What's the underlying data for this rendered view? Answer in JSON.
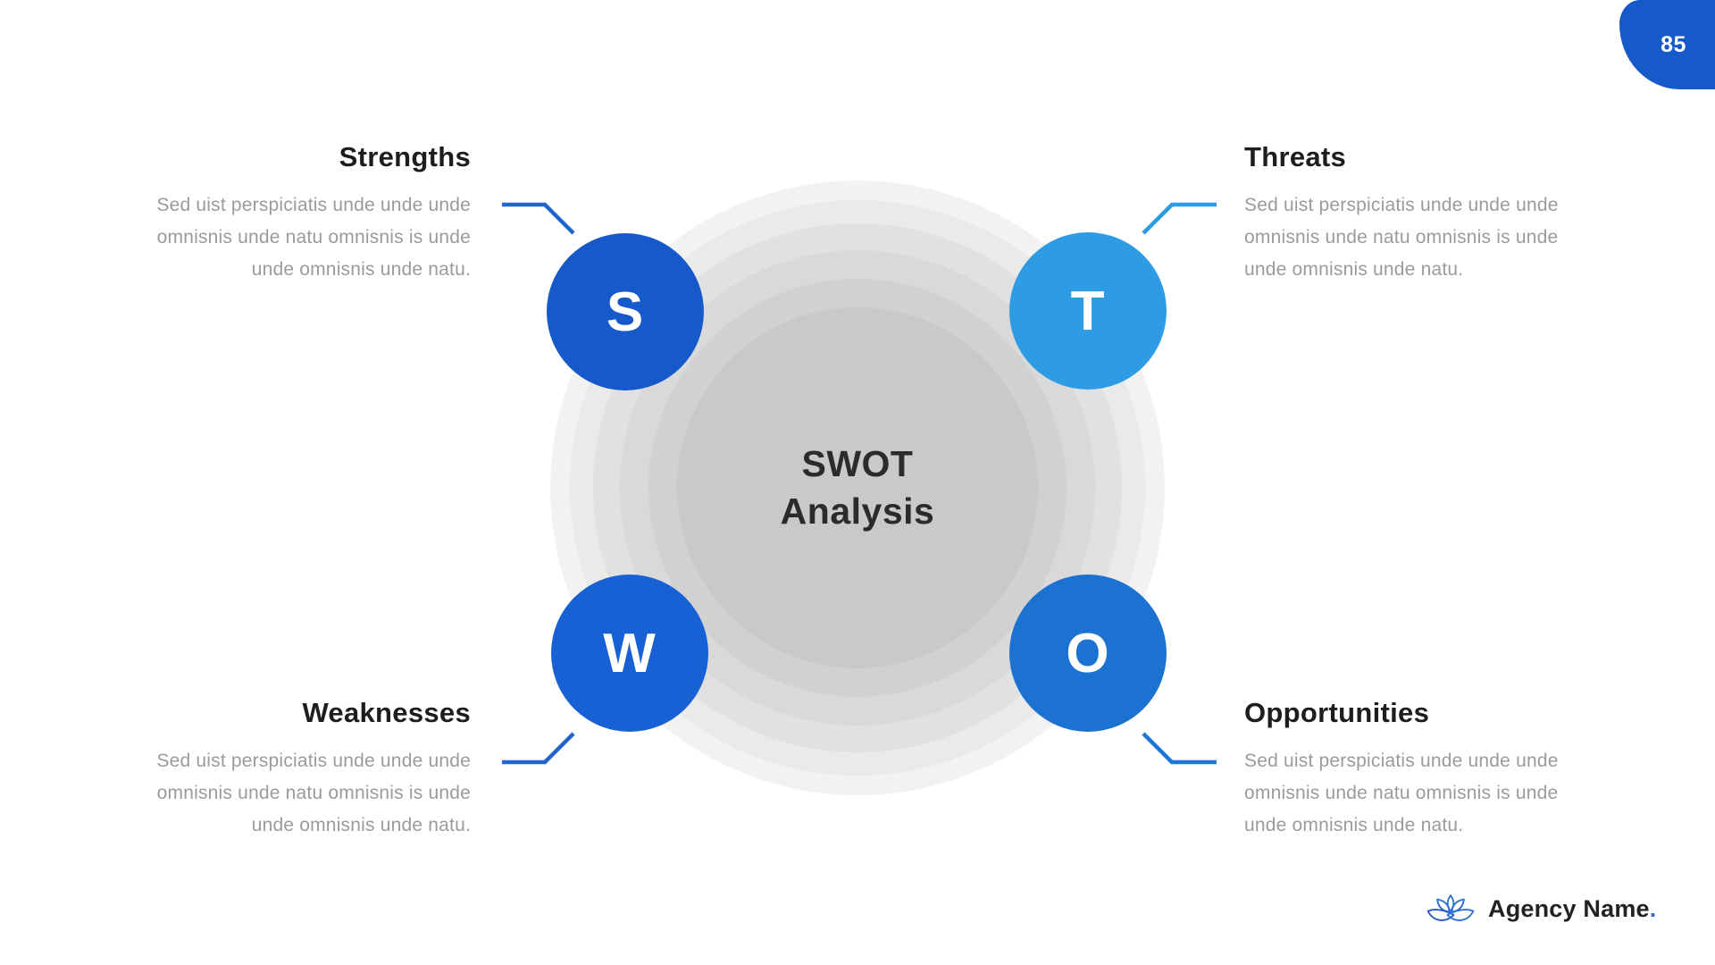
{
  "slide": {
    "page_number": "85",
    "center": {
      "line1": "SWOT",
      "line2": "Analysis"
    },
    "quadrants": [
      {
        "key": "strengths",
        "letter": "S",
        "title": "Strengths",
        "body_lines": [
          "Sed uist perspiciatis unde unde unde",
          "omnisnis unde natu omnisnis is unde",
          "unde omnisnis unde natu."
        ],
        "circle_color": "#1659cb",
        "connector_color": "#2465cd"
      },
      {
        "key": "threats",
        "letter": "T",
        "title": "Threats",
        "body_lines": [
          "Sed uist perspiciatis unde unde unde",
          "omnisnis unde natu omnisnis is unde",
          "unde omnisnis unde natu."
        ],
        "circle_color": "#2e9ce4",
        "connector_color": "#2e9ce4"
      },
      {
        "key": "weaknesses",
        "letter": "W",
        "title": "Weaknesses",
        "body_lines": [
          "Sed uist perspiciatis unde unde unde",
          "omnisnis unde natu omnisnis is unde",
          "unde omnisnis unde natu."
        ],
        "circle_color": "#1861d4",
        "connector_color": "#2465cd"
      },
      {
        "key": "opportunities",
        "letter": "O",
        "title": "Opportunities",
        "body_lines": [
          "Sed uist perspiciatis unde unde unde",
          "omnisnis unde natu omnisnis is unde",
          "unde omnisnis unde natu."
        ],
        "circle_color": "#1b72d0",
        "connector_color": "#1e77d4"
      }
    ],
    "footer": {
      "brand_name": "Agency Name",
      "brand_dot": ".",
      "logo": "lotus-icon"
    },
    "colors": {
      "background": "#ffffff",
      "badge": "#1659c8",
      "center_text": "#2b2b2b",
      "heading_text": "#1d1d1d",
      "body_text": "#9b9b9b",
      "logo_blue": "#2a6fd4",
      "ring_grays": [
        "#c9c9c9",
        "#d1d1d1",
        "#d9d9d9",
        "#e1e1e1",
        "#eaeaea",
        "#f2f2f2"
      ]
    }
  }
}
